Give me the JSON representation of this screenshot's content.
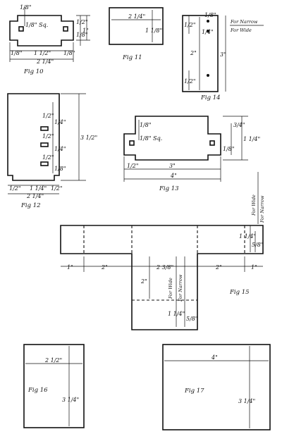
{
  "figures": {
    "fig10": {
      "caption": "Fig 10",
      "dims": [
        "1/8\"",
        "1/8\" Sq.",
        "1/2\"",
        "1\"",
        "1/8\"",
        "1/8\"",
        "1 1/2\"",
        "1/8\"",
        "2 1/4\""
      ]
    },
    "fig11": {
      "caption": "Fig 11",
      "dims": [
        "2 1/4\"",
        "1 1/8\""
      ]
    },
    "fig12": {
      "caption": "Fig 12",
      "dims": [
        "1/2\"",
        "1/4\"",
        "1/2\"",
        "1/4\"",
        "1/2\"",
        "1/8\"",
        "3 1/2\"",
        "1/2\"",
        "1 1/4\"",
        "1/2\"",
        "2 1/4\""
      ]
    },
    "fig13": {
      "caption": "Fig 13",
      "dims": [
        "1/8\"",
        "1/8\" Sq.",
        "1/2\"",
        "3\"",
        "4\"",
        "3/4\"",
        "1 1/4\"",
        "1/8\""
      ]
    },
    "fig14": {
      "caption": "Fig 14",
      "dims": [
        "1/2\"",
        "1/8\"",
        "1/4\"",
        "2\"",
        "3\"",
        "1/2\""
      ],
      "notes": {
        "narrow": "For Narrow",
        "wide": "For Wide"
      }
    },
    "fig15": {
      "caption": "Fig 15",
      "dims": [
        "1\"",
        "2\"",
        "2 3/8\"",
        "2\"",
        "1\"",
        "2\"",
        "1 1/4\"",
        "5/8\"",
        "1 1/4\"",
        "5/8\""
      ],
      "notes": {
        "wide": "For Wide",
        "narrow": "For Narrow"
      }
    },
    "fig16": {
      "caption": "Fig 16",
      "dims": [
        "2 1/2\"",
        "3 1/4\""
      ]
    },
    "fig17": {
      "caption": "Fig 17",
      "dims": [
        "4\"",
        "3 1/4\""
      ]
    }
  }
}
